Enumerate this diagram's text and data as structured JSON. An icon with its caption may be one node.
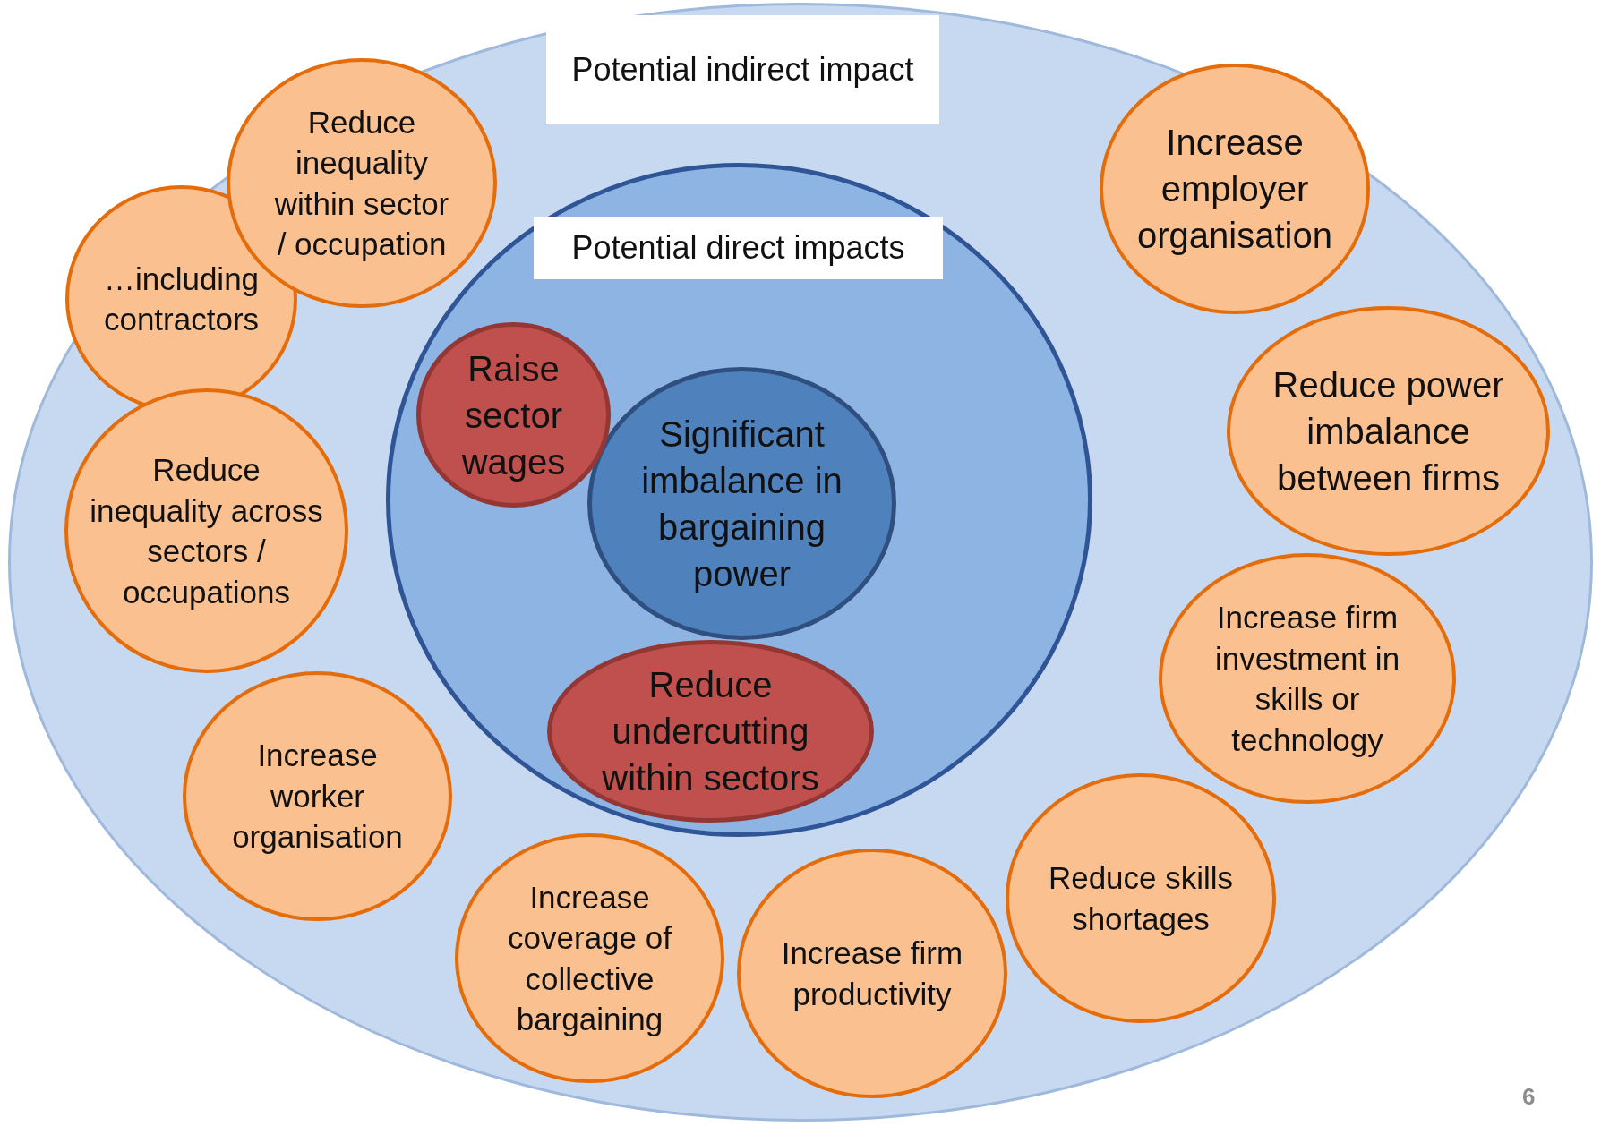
{
  "diagram": {
    "nodes": [
      {
        "text": [
          "Potential indirect impact"
        ]
      },
      {
        "text": [
          "Potential direct impacts"
        ],
        "in": 0
      },
      {
        "text": [
          "Significant imbalance in bargaining power"
        ],
        "in": 1
      },
      {
        "text": [
          "Raise sector wages"
        ],
        "in": 1
      },
      {
        "text": [
          "Reduce undercutting within sectors"
        ],
        "in": 1
      },
      {
        "text": [
          "…including contractors"
        ],
        "in": 0
      },
      {
        "text": [
          "Reduce inequality within sector / occupation"
        ],
        "in": 0
      },
      {
        "text": [
          "Reduce inequality across sectors / occupations"
        ],
        "in": 0
      },
      {
        "text": [
          "Increase worker organisation"
        ],
        "in": 0
      },
      {
        "text": [
          "Increase coverage of collective bargaining"
        ],
        "in": 0
      },
      {
        "text": [
          "Increase firm productivity"
        ],
        "in": 0
      },
      {
        "text": [
          "Reduce skills shortages"
        ],
        "in": 0
      },
      {
        "text": [
          "Increase firm investment in skills or technology"
        ],
        "in": 0
      },
      {
        "text": [
          "Reduce power imbalance between firms"
        ],
        "in": 0
      },
      {
        "text": [
          "Increase employer organisation"
        ],
        "in": 0
      }
    ],
    "edges": [],
    "labels": [
      "6"
    ]
  }
}
